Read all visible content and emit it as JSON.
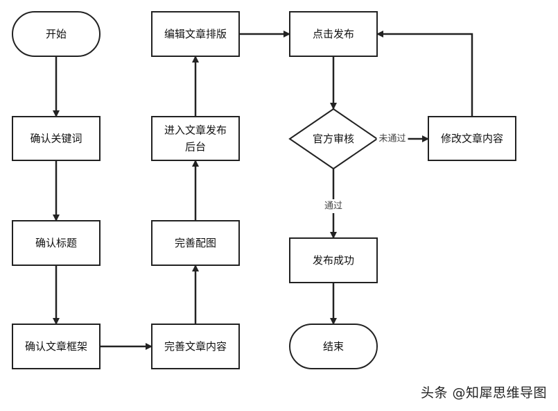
{
  "diagram": {
    "nodes": [
      {
        "id": "start",
        "shape": "terminal",
        "lines": [
          "开始"
        ]
      },
      {
        "id": "confirm_keywords",
        "shape": "process",
        "lines": [
          "确认关键词"
        ]
      },
      {
        "id": "confirm_title",
        "shape": "process",
        "lines": [
          "确认标题"
        ]
      },
      {
        "id": "confirm_framework",
        "shape": "process",
        "lines": [
          "确认文章框架"
        ]
      },
      {
        "id": "refine_content",
        "shape": "process",
        "lines": [
          "完善文章内容"
        ]
      },
      {
        "id": "refine_images",
        "shape": "process",
        "lines": [
          "完善配图"
        ]
      },
      {
        "id": "enter_backend",
        "shape": "process",
        "lines": [
          "进入文章发布",
          "后台"
        ]
      },
      {
        "id": "edit_layout",
        "shape": "process",
        "lines": [
          "编辑文章排版"
        ]
      },
      {
        "id": "click_publish",
        "shape": "process",
        "lines": [
          "点击发布"
        ]
      },
      {
        "id": "official_review",
        "shape": "decision",
        "lines": [
          "官方审核"
        ]
      },
      {
        "id": "modify_content",
        "shape": "process",
        "lines": [
          "修改文章内容"
        ]
      },
      {
        "id": "publish_success",
        "shape": "process",
        "lines": [
          "发布成功"
        ]
      },
      {
        "id": "end",
        "shape": "terminal",
        "lines": [
          "结束"
        ]
      }
    ],
    "edges": [
      {
        "from": "start",
        "to": "confirm_keywords",
        "label": ""
      },
      {
        "from": "confirm_keywords",
        "to": "confirm_title",
        "label": ""
      },
      {
        "from": "confirm_title",
        "to": "confirm_framework",
        "label": ""
      },
      {
        "from": "confirm_framework",
        "to": "refine_content",
        "label": ""
      },
      {
        "from": "refine_content",
        "to": "refine_images",
        "label": ""
      },
      {
        "from": "refine_images",
        "to": "enter_backend",
        "label": ""
      },
      {
        "from": "enter_backend",
        "to": "edit_layout",
        "label": ""
      },
      {
        "from": "edit_layout",
        "to": "click_publish",
        "label": ""
      },
      {
        "from": "click_publish",
        "to": "official_review",
        "label": ""
      },
      {
        "from": "official_review",
        "to": "modify_content",
        "label": "未通过"
      },
      {
        "from": "modify_content",
        "to": "click_publish",
        "label": ""
      },
      {
        "from": "official_review",
        "to": "publish_success",
        "label": "通过"
      },
      {
        "from": "publish_success",
        "to": "end",
        "label": ""
      }
    ]
  },
  "watermark": "头条 @知犀思维导图"
}
